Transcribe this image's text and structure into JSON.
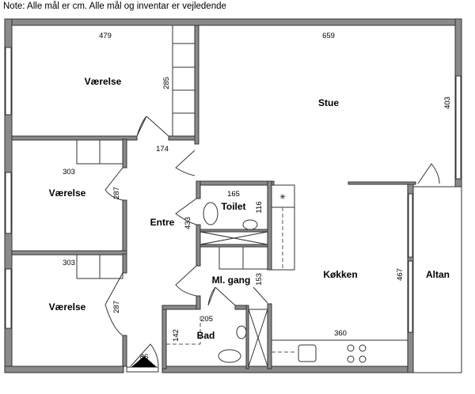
{
  "note": "Note: Alle mål er cm. Alle mål og inventar er vejledende",
  "rooms": {
    "vaerelse1": {
      "name": "Værelse",
      "width": "479",
      "depth": "285"
    },
    "stue": {
      "name": "Stue",
      "width": "659",
      "depth": "403"
    },
    "hall_width": "174",
    "vaerelse2": {
      "name": "Værelse",
      "width": "303",
      "depth": "287"
    },
    "entre": {
      "name": "Entre",
      "depth": "433"
    },
    "toilet": {
      "name": "Toilet",
      "width": "165",
      "depth": "116"
    },
    "ml_gang": {
      "name": "Ml. gang",
      "depth": "153"
    },
    "koekken": {
      "name": "Køkken",
      "width": "360",
      "depth": "467"
    },
    "altan": {
      "name": "Altan"
    },
    "vaerelse3": {
      "name": "Værelse",
      "width": "303",
      "depth": "287"
    },
    "bad": {
      "name": "Bad",
      "width": "205",
      "depth": "142"
    },
    "entrance_door": "86"
  },
  "colors": {
    "wall": "#8a8a8a",
    "outline": "#333333"
  }
}
